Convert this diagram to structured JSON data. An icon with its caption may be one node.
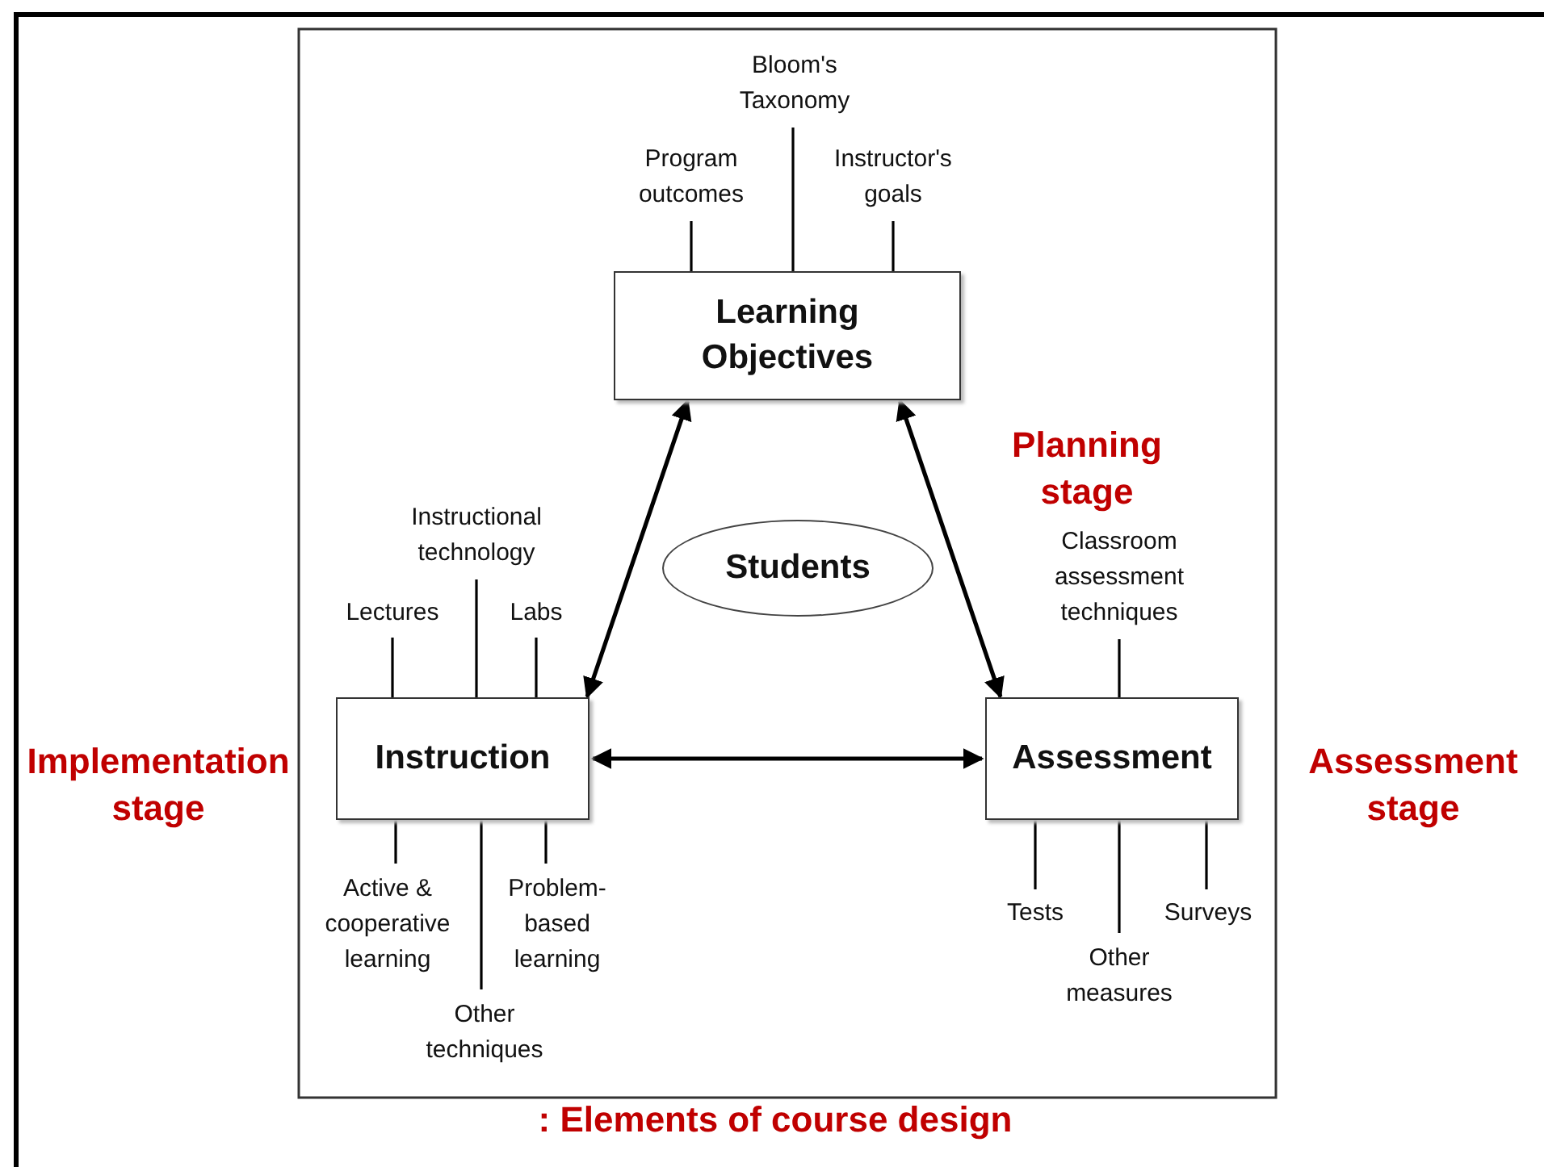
{
  "diagram": {
    "caption": ": Elements of course design",
    "nodes": [
      {
        "text": [
          "Learning Objectives"
        ]
      },
      {
        "text": [
          "Students"
        ]
      },
      {
        "text": [
          "Instruction"
        ]
      },
      {
        "text": [
          "Assessment"
        ]
      },
      {
        "text": [
          "Bloom's Taxonomy"
        ]
      },
      {
        "text": [
          "Program outcomes"
        ]
      },
      {
        "text": [
          "Instructor's goals"
        ]
      },
      {
        "text": [
          "Instructional technology"
        ]
      },
      {
        "text": [
          "Lectures"
        ]
      },
      {
        "text": [
          "Labs"
        ]
      },
      {
        "text": [
          "Active & cooperative learning"
        ]
      },
      {
        "text": [
          "Problem-based learning"
        ]
      },
      {
        "text": [
          "Other techniques"
        ]
      },
      {
        "text": [
          "Classroom assessment techniques"
        ]
      },
      {
        "text": [
          "Tests"
        ]
      },
      {
        "text": [
          "Other measures"
        ]
      },
      {
        "text": [
          "Surveys"
        ]
      }
    ],
    "edges": [
      {
        "from": 0,
        "to": 2,
        "arrow": "both"
      },
      {
        "from": 0,
        "to": 3,
        "arrow": "both"
      },
      {
        "from": 2,
        "to": 3,
        "arrow": "both"
      },
      {
        "from": 4,
        "to": 0,
        "arrow": "none"
      },
      {
        "from": 5,
        "to": 0,
        "arrow": "none"
      },
      {
        "from": 6,
        "to": 0,
        "arrow": "none"
      },
      {
        "from": 7,
        "to": 2,
        "arrow": "none"
      },
      {
        "from": 8,
        "to": 2,
        "arrow": "none"
      },
      {
        "from": 9,
        "to": 2,
        "arrow": "none"
      },
      {
        "from": 10,
        "to": 2,
        "arrow": "none"
      },
      {
        "from": 11,
        "to": 2,
        "arrow": "none"
      },
      {
        "from": 12,
        "to": 2,
        "arrow": "none"
      },
      {
        "from": 13,
        "to": 3,
        "arrow": "none"
      },
      {
        "from": 14,
        "to": 3,
        "arrow": "none"
      },
      {
        "from": 15,
        "to": 3,
        "arrow": "none"
      },
      {
        "from": 16,
        "to": 3,
        "arrow": "none"
      }
    ],
    "labels": [
      "Planning stage",
      "Implementation stage",
      "Assessment stage"
    ]
  }
}
